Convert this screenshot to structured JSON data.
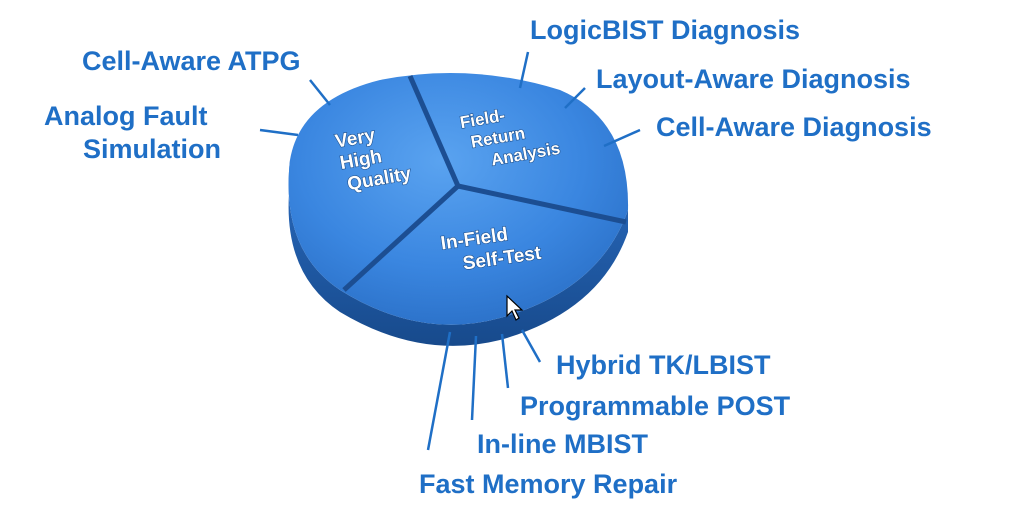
{
  "diagram": {
    "slices": [
      {
        "id": "very-high-quality",
        "lines": [
          "Very",
          "High",
          "Quality"
        ]
      },
      {
        "id": "field-return-analysis",
        "lines": [
          "Field-",
          "Return",
          "Analysis"
        ]
      },
      {
        "id": "in-field-self-test",
        "lines": [
          "In-Field",
          "Self-Test"
        ]
      }
    ],
    "labels": {
      "cell_aware_atpg": "Cell-Aware ATPG",
      "analog_fault_line1": "Analog Fault",
      "analog_fault_line2": "Simulation",
      "logicbist_diagnosis": "LogicBIST Diagnosis",
      "layout_aware_diagnosis": "Layout-Aware Diagnosis",
      "cell_aware_diagnosis": "Cell-Aware Diagnosis",
      "hybrid_tk_lbist": "Hybrid TK/LBIST",
      "programmable_post": "Programmable POST",
      "in_line_mbist": "In-line MBIST",
      "fast_memory_repair": "Fast Memory Repair"
    },
    "colors": {
      "label": "#1f6fc6",
      "pie_top": "#3a86e0",
      "pie_side": "#1f5ba8",
      "divider": "#1c4e92",
      "leader": "#1f6fc6"
    }
  }
}
